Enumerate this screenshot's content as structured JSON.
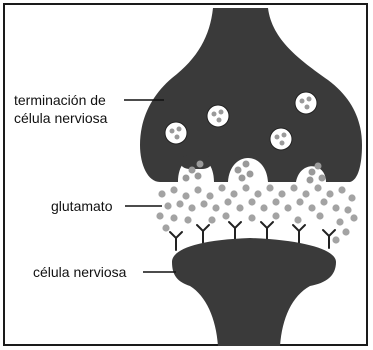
{
  "labels": {
    "presynaptic_line1": "terminación de",
    "presynaptic_line2": "célula nerviosa",
    "neurotransmitter": "glutamato",
    "postsynaptic": "célula nerviosa"
  },
  "colors": {
    "cell_fill": "#3a3a3a",
    "vesicle_fill": "#ffffff",
    "molecule_fill": "#9a9a9a",
    "frame": "#1a1a1a"
  }
}
